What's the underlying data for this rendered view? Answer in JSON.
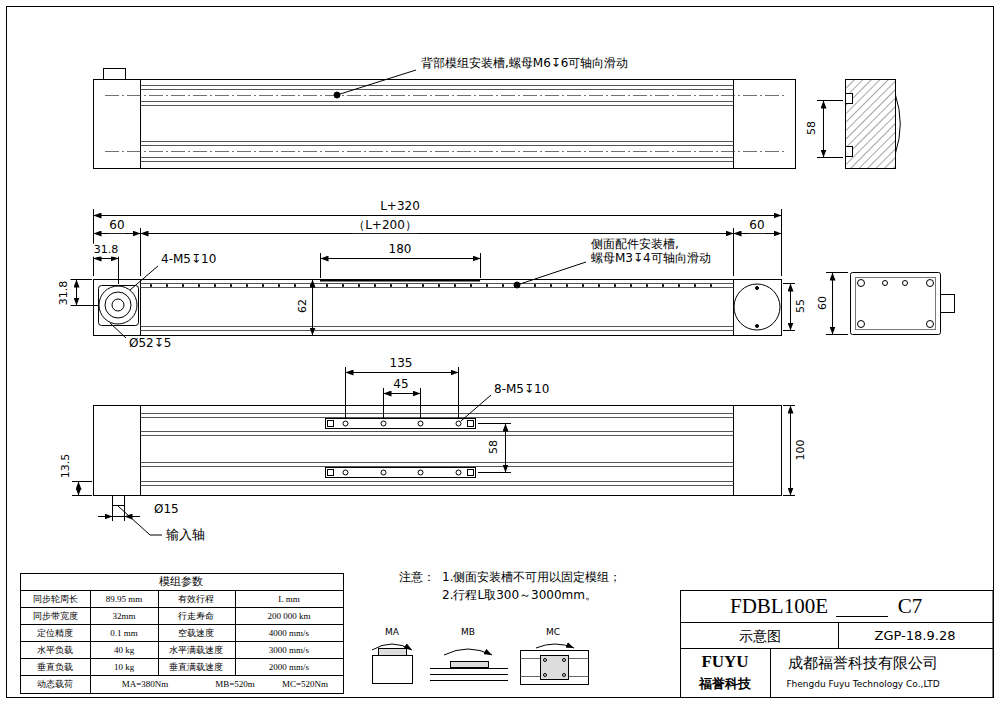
{
  "diagram": {
    "labels": [
      "背部模组安装槽,螺母M6↧6可轴向滑动",
      "58",
      "L+320",
      "（L+200）",
      "60",
      "60",
      "31.8",
      "4-M5↧10",
      "180",
      "侧面配件安装槽, 螺母M3↧4可轴向滑动",
      "31.8",
      "62",
      "Ø52↧5",
      "55",
      "60",
      "135",
      "45",
      "8-M5↧10",
      "58",
      "100",
      "13.5",
      "Ø15",
      "输入轴",
      "注意：",
      "1.侧面安装槽不可用以固定模组；",
      "2.行程L取300～3000mm。",
      "模组参数",
      "同步轮周长",
      "89.95 mm",
      "有效行程",
      "L mm",
      "同步带宽度",
      "32mm",
      "行走寿命",
      "200 000 km",
      "定位精度",
      "0.1 mm",
      "空载速度",
      "4000 mm/s",
      "水平负载",
      "40 kg",
      "水平满载速度",
      "3000 mm/s",
      "垂直负载",
      "10 kg",
      "垂直满载速度",
      "2000 mm/s",
      "动态载荷",
      "MA=380Nm",
      "MB=520m",
      "MC=520Nm",
      "MA",
      "MB",
      "MC",
      "FDBL100E",
      "C7",
      "示意图",
      "ZGP-18.9.28",
      "FUYU",
      "福誉科技",
      "成都福誉科技有限公司",
      "Fhengdu Fuyu Technology Co.,LTD"
    ]
  }
}
